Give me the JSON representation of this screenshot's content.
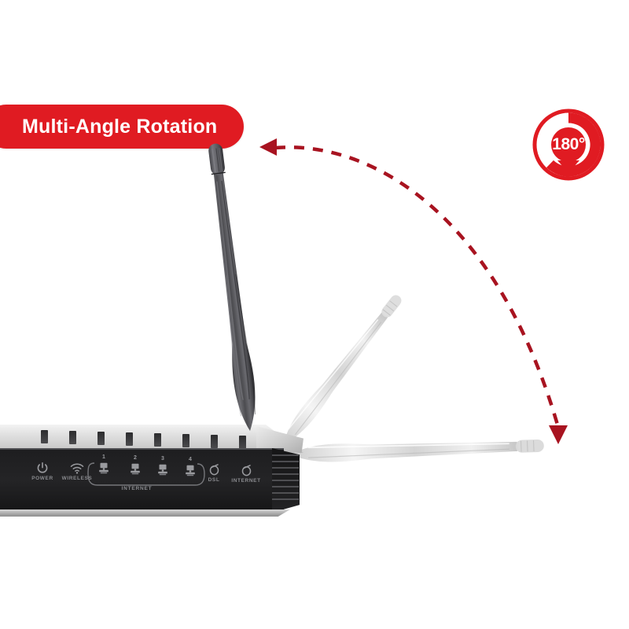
{
  "banner": {
    "label": "Multi-Angle Rotation",
    "bg_color": "#e01b22",
    "text_color": "#ffffff"
  },
  "badge": {
    "label": "180°",
    "icon": "rotation-arrow-icon",
    "color": "#e01b22"
  },
  "rotation_arc": {
    "color": "#a81320",
    "style": "dashed",
    "start_arrow": "arrow-left",
    "end_arrow": "arrow-down"
  },
  "router": {
    "antennas": [
      {
        "name": "antenna-upright",
        "state": "solid",
        "angle_label": "vertical"
      },
      {
        "name": "antenna-diagonal",
        "state": "ghost",
        "angle_label": "diagonal"
      },
      {
        "name": "antenna-horizontal",
        "state": "ghost",
        "angle_label": "horizontal"
      }
    ],
    "leds": [
      {
        "icon": "power-icon",
        "label": "POWER"
      },
      {
        "icon": "wireless-icon",
        "label": "WIRELESS"
      },
      {
        "icon": "lan-port-icon",
        "label": "1"
      },
      {
        "icon": "lan-port-icon",
        "label": "2"
      },
      {
        "icon": "lan-port-icon",
        "label": "3"
      },
      {
        "icon": "lan-port-icon",
        "label": "4"
      },
      {
        "icon": "dsl-icon",
        "label": "DSL"
      },
      {
        "icon": "internet-icon",
        "label": "INTERNET"
      }
    ],
    "lan_group_label": "INTERNET",
    "vent_count": 8,
    "colors": {
      "top": "#dcdcdc",
      "face": "#1e1e20",
      "base": "#a8a8a8"
    }
  }
}
